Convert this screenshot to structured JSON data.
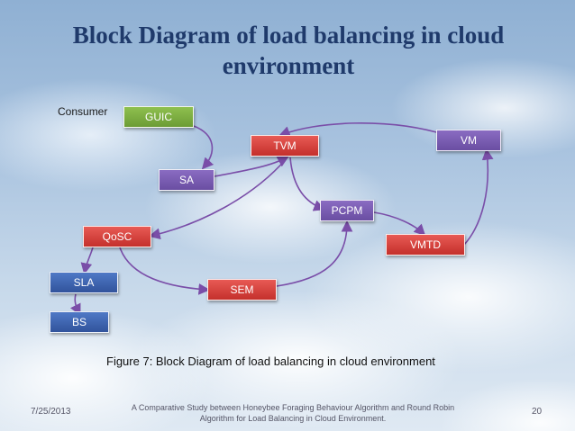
{
  "title": "Block Diagram of load balancing in cloud environment",
  "consumer_label": "Consumer",
  "nodes": {
    "guic": "GUIC",
    "tvm": "TVM",
    "vm": "VM",
    "sa": "SA",
    "pcpm": "PCPM",
    "qosc": "QoSC",
    "vmtd": "VMTD",
    "sla": "SLA",
    "sem": "SEM",
    "bs": "BS"
  },
  "edges": [
    [
      "GUIC",
      "SA"
    ],
    [
      "SA",
      "TVM"
    ],
    [
      "TVM",
      "PCPM"
    ],
    [
      "PCPM",
      "VMTD"
    ],
    [
      "VMTD",
      "VM"
    ],
    [
      "VM",
      "TVM"
    ],
    [
      "TVM",
      "QoSC"
    ],
    [
      "QoSC",
      "SLA"
    ],
    [
      "SLA",
      "BS"
    ],
    [
      "QoSC",
      "SEM"
    ],
    [
      "SEM",
      "PCPM"
    ]
  ],
  "caption": "Figure 7: Block Diagram of load balancing in cloud environment",
  "footer": {
    "date": "7/25/2013",
    "subtitle": "A Comparative Study between Honeybee Foraging Behaviour Algorithm and Round Robin Algorithm for Load Balancing in Cloud Environment.",
    "page": "20"
  },
  "colors": {
    "title": "#1f3a6b",
    "guic": "#6c9c35",
    "tvm": "#c4302b",
    "vm": "#6a4ea2",
    "sa": "#6a4ea2",
    "pcpm": "#6a4ea2",
    "qosc": "#c4302b",
    "vmtd": "#c4302b",
    "sla": "#31539c",
    "sem": "#c4302b",
    "bs": "#31539c",
    "arrow": "#7a4ea8"
  }
}
